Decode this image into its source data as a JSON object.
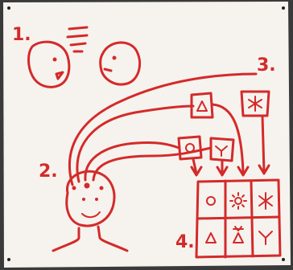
{
  "colors": {
    "ink": "#d42a2a",
    "paper": "#f6f3ee",
    "frame": "#3a3a3a"
  },
  "labels": {
    "step1": "1.",
    "step2": "2.",
    "step3": "3.",
    "step4": "4."
  },
  "icons": {
    "floating_cards": [
      "triangle-icon",
      "asterisk-icon",
      "circle-icon",
      "y-shape-icon"
    ],
    "grid_cells": [
      "circle-icon",
      "sun-icon",
      "asterisk-icon",
      "triangle-icon",
      "sun-triangle-icon",
      "y-shape-icon"
    ]
  }
}
